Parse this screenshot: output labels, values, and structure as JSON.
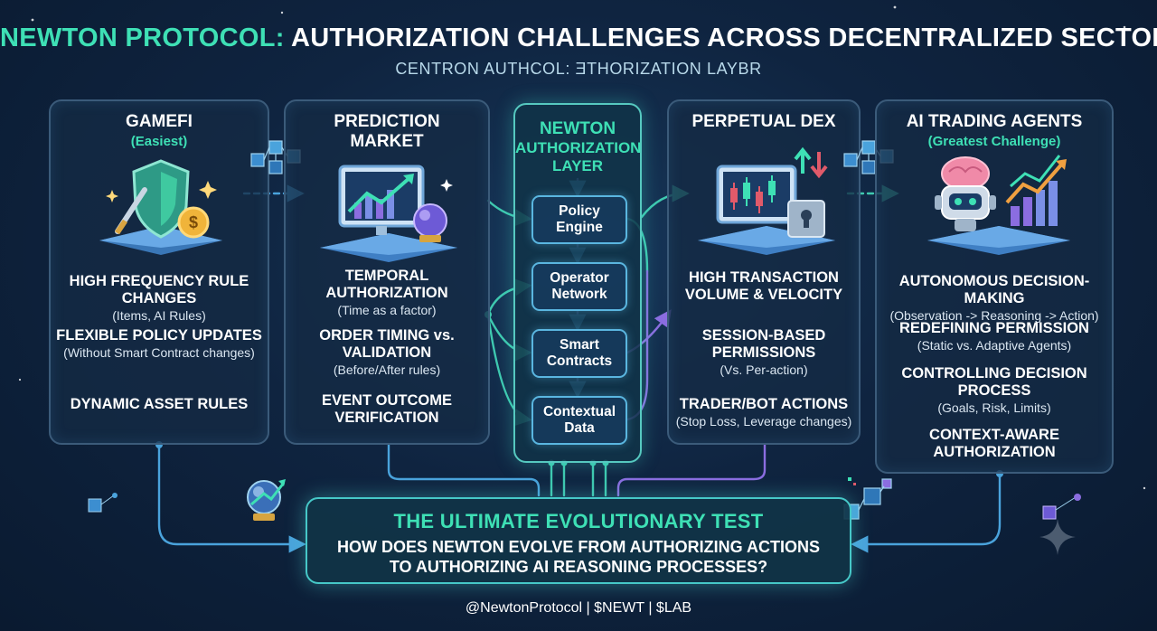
{
  "header": {
    "title_accent": "NEWTON PROTOCOL:",
    "title_rest": "AUTHORIZATION CHALLENGES ACROSS DECENTRALIZED SECTORS",
    "subtitle": "CENTRON AUTHCOL: ƎTHORIZATION LAYBR"
  },
  "gamefi": {
    "title": "GAMEFI",
    "tag": "(Easiest)",
    "items": [
      {
        "head": "HIGH FREQUENCY RULE CHANGES",
        "desc": "(Items, AI Rules)"
      },
      {
        "head": "FLEXIBLE POLICY UPDATES",
        "desc": "(Without Smart Contract changes)"
      },
      {
        "head": "DYNAMIC ASSET RULES",
        "desc": ""
      }
    ]
  },
  "prediction": {
    "title_line1": "PREDICTION",
    "title_line2": "MARKET",
    "items": [
      {
        "head1": "TEMPORAL",
        "head2": "AUTHORIZATION",
        "desc": "(Time as a factor)"
      },
      {
        "head1": "ORDER TIMING vs.",
        "head2": "VALIDATION",
        "desc": "(Before/After rules)"
      },
      {
        "head1": "EVENT OUTCOME",
        "head2": "VERIFICATION",
        "desc": ""
      }
    ]
  },
  "center": {
    "title_line1": "NEWTON",
    "title_line2": "AUTHORIZATION",
    "title_line3": "LAYER",
    "boxes": [
      {
        "line1": "Policy",
        "line2": "Engine"
      },
      {
        "line1": "Operator",
        "line2": "Network"
      },
      {
        "line1": "Smart",
        "line2": "Contracts"
      },
      {
        "line1": "Contextual",
        "line2": "Data"
      }
    ]
  },
  "perpetual": {
    "title": "PERPETUAL DEX",
    "items": [
      {
        "head1": "HIGH TRANSACTION",
        "head2": "VOLUME & VELOCITY",
        "desc": ""
      },
      {
        "head1": "SESSION-BASED",
        "head2": "PERMISSIONS",
        "desc": "(Vs. Per-action)"
      },
      {
        "head1": "TRADER/BOT ACTIONS",
        "head2": "",
        "desc": "(Stop Loss, Leverage changes)"
      }
    ]
  },
  "agents": {
    "title": "AI TRADING AGENTS",
    "tag": "(Greatest Challenge)",
    "items": [
      {
        "head1": "AUTONOMOUS DECISION-MAKING",
        "head2": "",
        "desc": "(Observation -> Reasoning -> Action)"
      },
      {
        "head1": "REDEFINING PERMISSION",
        "head2": "",
        "desc": "(Static vs. Adaptive Agents)"
      },
      {
        "head1": "CONTROLLING DECISION",
        "head2": "PROCESS",
        "desc": "(Goals, Risk, Limits)"
      },
      {
        "head1": "CONTEXT-AWARE",
        "head2": "AUTHORIZATION",
        "desc": ""
      }
    ]
  },
  "bottom": {
    "title": "THE ULTIMATE EVOLUTIONARY TEST",
    "question_line1": "HOW DOES NEWTON EVOLVE FROM AUTHORIZING ACTIONS",
    "question_line2": "TO AUTHORIZING AI REASONING PROCESSES?"
  },
  "footer": {
    "text": "@NewtonProtocol | $NEWT | $LAB"
  },
  "colors": {
    "accent": "#3ee0b5",
    "panel_border": "#3b5b7a",
    "center_border": "#56c9c0",
    "wire_teal": "#3fc9b0",
    "wire_blue": "#4aa3dc",
    "wire_purple": "#8b6de0"
  },
  "icons": [
    "shield-sword-coin-icon",
    "monitor-chart-crystal-ball-icon",
    "candlestick-vault-icon",
    "robot-brain-chart-icon",
    "blockchain-cubes-icon",
    "crystal-ball-icon",
    "sparkle-icon"
  ]
}
